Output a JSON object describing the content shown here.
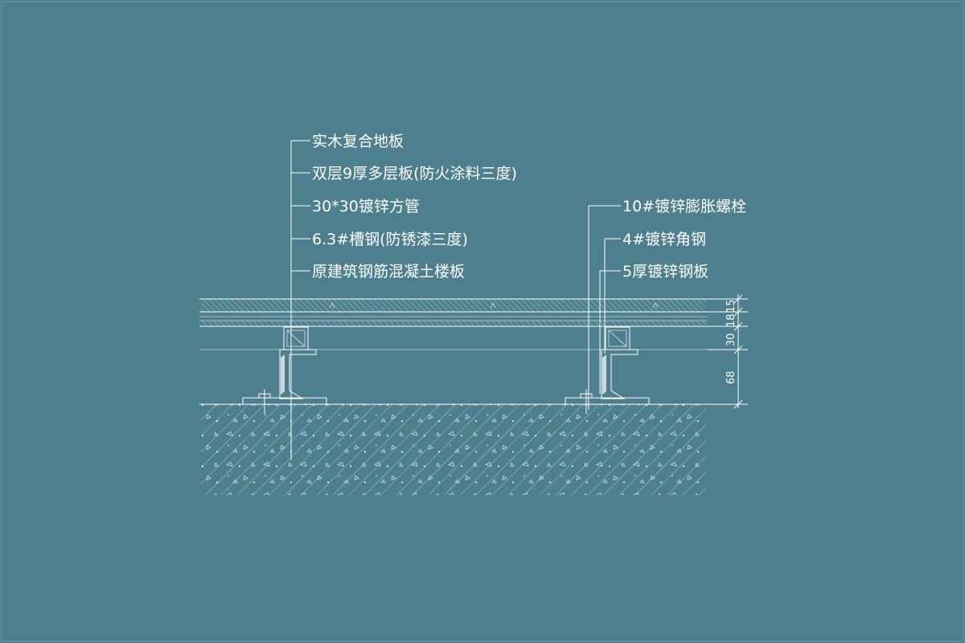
{
  "left_labels": [
    "实木复合地板",
    "双层9厚多层板(防火涂料三度)",
    "30*30镀锌方管",
    "6.3#槽钢(防锈漆三度)",
    "原建筑钢筋混凝土楼板"
  ],
  "right_labels": [
    "10#镀锌膨胀螺栓",
    "4#镀锌角钢",
    "5厚镀锌钢板"
  ],
  "dimensions": [
    "15",
    "18",
    "30",
    "68"
  ],
  "colors": {
    "background": "#4d7f8e",
    "lines": "#ffffff"
  }
}
